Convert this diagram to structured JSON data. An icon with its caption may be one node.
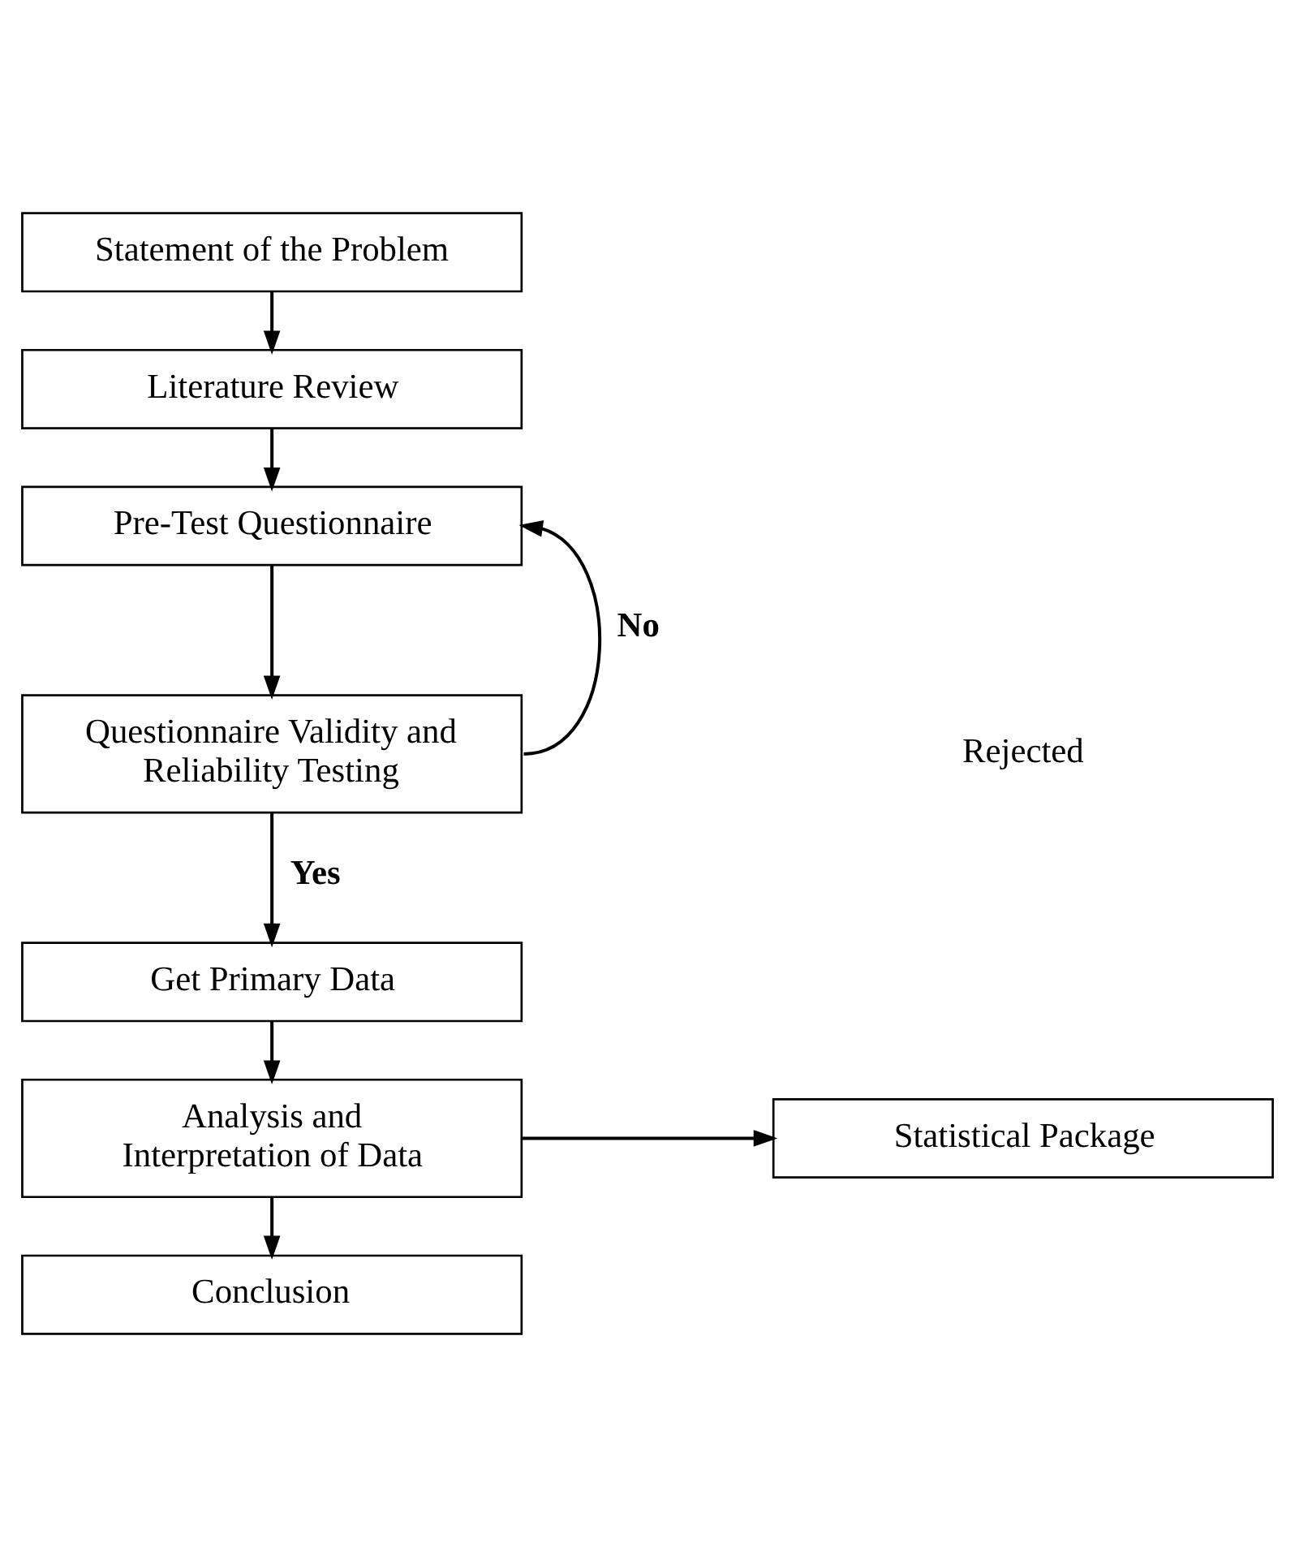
{
  "diagram": {
    "nodes": [
      {
        "text": [
          "Statement of the Problem"
        ]
      },
      {
        "text": [
          "Literature Review"
        ]
      },
      {
        "text": [
          "Pre-Test Questionnaire"
        ]
      },
      {
        "text": [
          "Questionnaire Validity and Reliability Testing"
        ]
      },
      {
        "text": [
          "Get Primary Data"
        ]
      },
      {
        "text": [
          "Analysis and Interpretation of Data"
        ]
      },
      {
        "text": [
          "Statistical Package"
        ]
      },
      {
        "text": [
          "Conclusion"
        ]
      }
    ],
    "edges": [
      {
        "from": 0,
        "to": 1,
        "arrow": "to"
      },
      {
        "from": 1,
        "to": 2,
        "arrow": "to"
      },
      {
        "from": 2,
        "to": 3,
        "arrow": "to"
      },
      {
        "from": 3,
        "to": 2,
        "arrow": "to",
        "label": "No"
      },
      {
        "from": 3,
        "to": 4,
        "arrow": "to",
        "label": "Yes"
      },
      {
        "from": 4,
        "to": 5,
        "arrow": "to"
      },
      {
        "from": 5,
        "to": 6,
        "arrow": "to"
      },
      {
        "from": 5,
        "to": 7,
        "arrow": "to"
      }
    ],
    "labels": [
      "Rejected"
    ]
  }
}
